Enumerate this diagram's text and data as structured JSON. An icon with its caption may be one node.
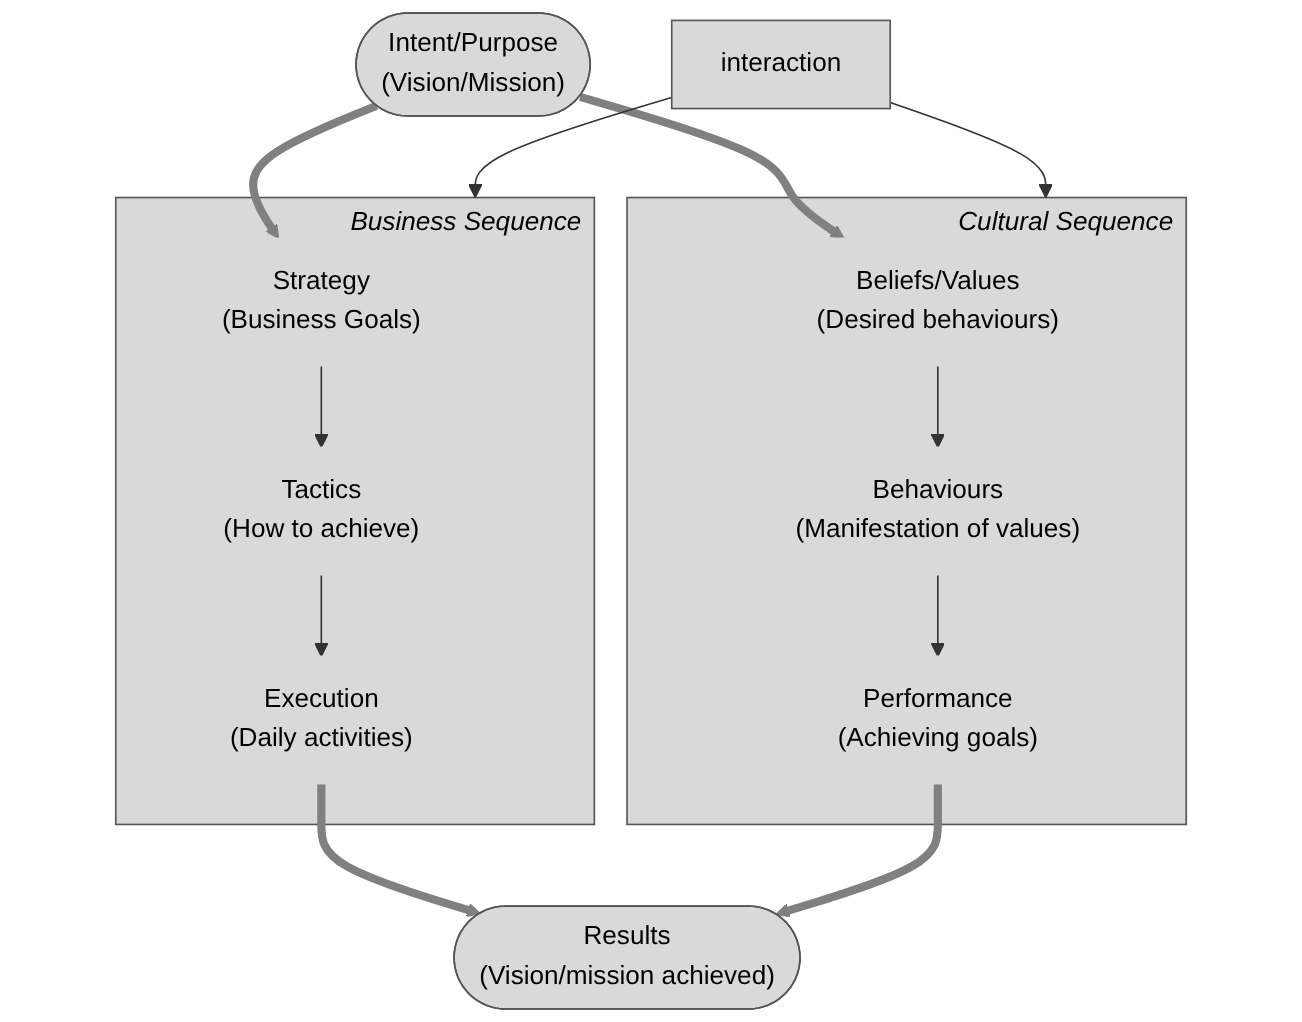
{
  "diagram": {
    "nodes": [
      {
        "text": [
          "Intent/Purpose",
          "(Vision/Mission)"
        ]
      },
      {
        "text": [
          "Business Sequence"
        ]
      },
      {
        "text": [
          "Strategy",
          "(Business Goals)"
        ],
        "in": 1
      },
      {
        "text": [
          "Tactics",
          "(How to achieve)"
        ],
        "in": 1
      },
      {
        "text": [
          "Execution",
          "(Daily activities)"
        ],
        "in": 1
      },
      {
        "text": [
          "Cultural Sequence"
        ]
      },
      {
        "text": [
          "Beliefs/Values",
          "(Desired behaviours)"
        ],
        "in": 5
      },
      {
        "text": [
          "Behaviours",
          "(Manifestation of values)"
        ],
        "in": 5
      },
      {
        "text": [
          "Performance",
          "(Achieving goals)"
        ],
        "in": 5
      },
      {
        "text": [
          "interaction"
        ]
      },
      {
        "text": [
          "Results",
          "(Vision/mission achieved)"
        ]
      }
    ],
    "edges": [
      {
        "from": 0,
        "to": 2,
        "arrow": "to",
        "style": "thick",
        "color": "#808080"
      },
      {
        "from": 0,
        "to": 6,
        "arrow": "to",
        "style": "thick",
        "color": "#808080"
      },
      {
        "from": 2,
        "to": 3,
        "arrow": "to"
      },
      {
        "from": 3,
        "to": 4,
        "arrow": "to"
      },
      {
        "from": 6,
        "to": 7,
        "arrow": "to"
      },
      {
        "from": 7,
        "to": 8,
        "arrow": "to"
      },
      {
        "from": 4,
        "to": 10,
        "arrow": "to",
        "style": "thick",
        "color": "#808080"
      },
      {
        "from": 8,
        "to": 10,
        "arrow": "to",
        "style": "thick",
        "color": "#808080"
      },
      {
        "from": 9,
        "to": 1,
        "arrow": "to"
      },
      {
        "from": 9,
        "to": 5,
        "arrow": "to"
      }
    ]
  }
}
